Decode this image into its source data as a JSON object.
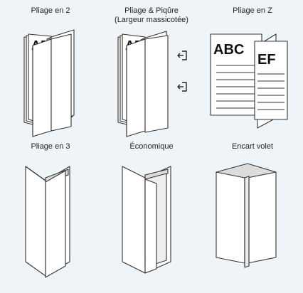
{
  "fold_options": [
    {
      "id": "half-fold",
      "label": "Pliage en 2",
      "letters": "AB"
    },
    {
      "id": "saddle-stitch",
      "label": "Pliage & Piqûre",
      "sublabel": "(Largeur massicotée)",
      "letters": "AB"
    },
    {
      "id": "z-fold",
      "label": "Pliage en Z",
      "letters_back": "ABC",
      "letters_front": "EF"
    },
    {
      "id": "tri-fold",
      "label": "Pliage en 3"
    },
    {
      "id": "economy-fold",
      "label": "Économique"
    },
    {
      "id": "gate-fold",
      "label": "Encart volet"
    }
  ],
  "colors": {
    "background": "#eef4f7",
    "stroke": "#333333",
    "paper": "#ffffff",
    "shadow": "#dcdcdc"
  }
}
